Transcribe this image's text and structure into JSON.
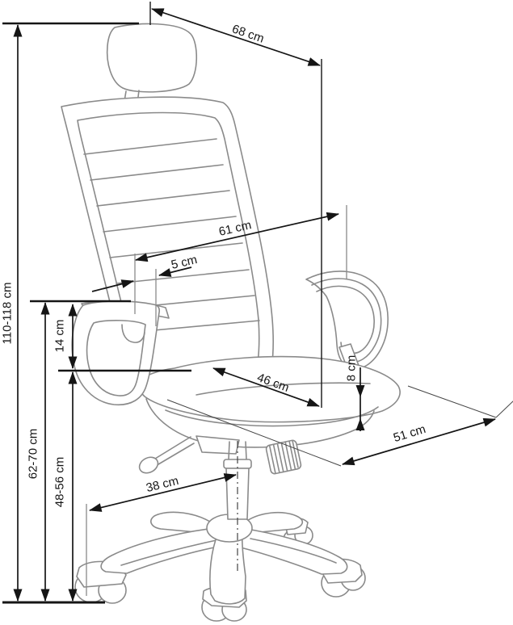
{
  "figure": {
    "subject": "Office swivel chair with headrest — technical dimension drawing",
    "unit": "cm",
    "colors": {
      "line_art": "#8a8a8a",
      "dimension": "#151515",
      "background": "#ffffff"
    }
  },
  "dims": {
    "d110": {
      "label": "110-118 cm"
    },
    "d62": {
      "label": "62-70 cm"
    },
    "d14": {
      "label": "14 cm"
    },
    "d48": {
      "label": "48-56 cm"
    },
    "d68": {
      "label": "68 cm"
    },
    "d61": {
      "label": "61 cm"
    },
    "d5": {
      "label": "5 cm"
    },
    "d46": {
      "label": "46 cm"
    },
    "d8": {
      "label": "8 cm"
    },
    "d51": {
      "label": "51 cm"
    },
    "d38": {
      "label": "38 cm"
    }
  }
}
